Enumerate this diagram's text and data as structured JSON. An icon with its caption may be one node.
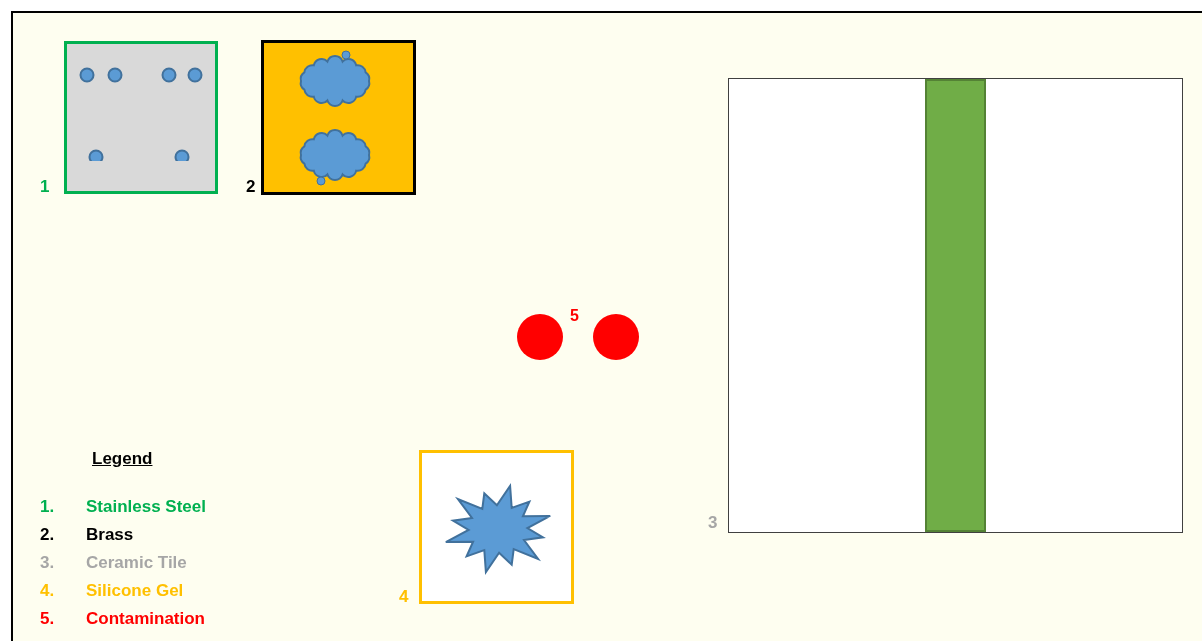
{
  "diagram": {
    "nodes": [
      {
        "text": [],
        "shape": "box",
        "beside": [
          "1"
        ]
      },
      {
        "text": [],
        "shape": "box",
        "beside": [
          "2"
        ]
      },
      {
        "text": [],
        "shape": "box",
        "beside": [
          "3"
        ]
      },
      {
        "text": [],
        "shape": "box",
        "beside": [
          "4"
        ]
      },
      {
        "text": [],
        "shape": "circle"
      },
      {
        "text": [],
        "shape": "circle"
      }
    ],
    "labels": [
      "5",
      "Legend",
      "1.",
      "2.",
      "3.",
      "4.",
      "5."
    ],
    "legend": [
      {
        "text": "Stainless Steel",
        "color": "#00b050"
      },
      {
        "text": "Brass",
        "color": "#000000"
      },
      {
        "text": "Ceramic Tile",
        "color": "#a6a6a6"
      },
      {
        "text": "Silicone Gel",
        "color": "#ffc000"
      },
      {
        "text": "Contamination",
        "color": "#ff0000"
      }
    ]
  }
}
